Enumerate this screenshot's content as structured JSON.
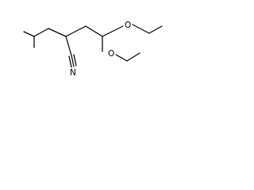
{
  "molecule": {
    "atoms": {
      "o_top": "O",
      "o_bottom": "O",
      "n_nitrile": "N"
    },
    "bond_color": "#000000",
    "label_color": "#000000",
    "background_color": "#ffffff"
  }
}
